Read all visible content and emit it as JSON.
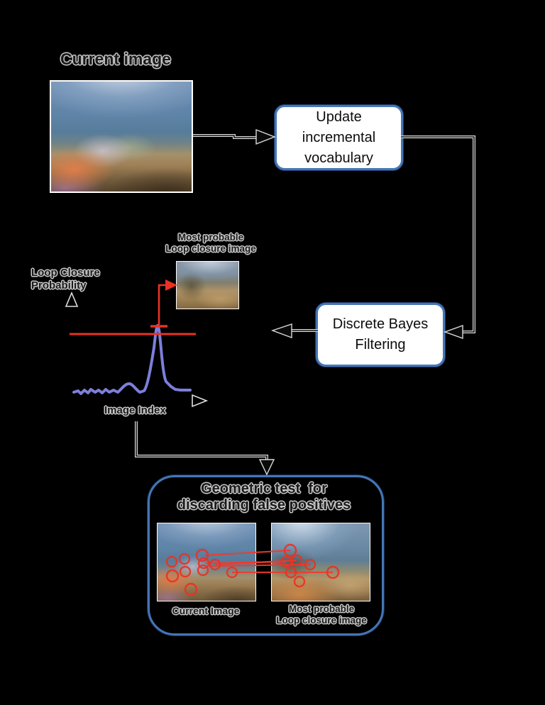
{
  "window": {
    "background": "#000000"
  },
  "colors": {
    "accent_blue": "#4576b4",
    "red": "#e93223",
    "curve_blue": "#7d7fda",
    "connector_outline": "#d9d9d9",
    "connector_core": "#111111"
  },
  "top": {
    "current_image_label": "Current image"
  },
  "boxes": {
    "update": {
      "lines": [
        "Update",
        "incremental",
        "vocabulary"
      ]
    },
    "bayes": {
      "lines": [
        "Discrete Bayes",
        "Filtering"
      ]
    },
    "geometric": {
      "title_lines": [
        "Geometric test  for",
        "discarding false positives"
      ],
      "left_caption": "Current Image",
      "right_caption_lines": [
        "Most probable",
        "Loop closure image"
      ]
    }
  },
  "plot": {
    "y_label_lines": [
      "Loop Closure",
      "Probability"
    ],
    "x_label": "Image Index",
    "peak_annotation_lines": [
      "Most probable",
      "Loop closure image"
    ],
    "description": "Probability curve over image index with red threshold line; peak exceeds threshold and points to most probable loop closure image"
  }
}
